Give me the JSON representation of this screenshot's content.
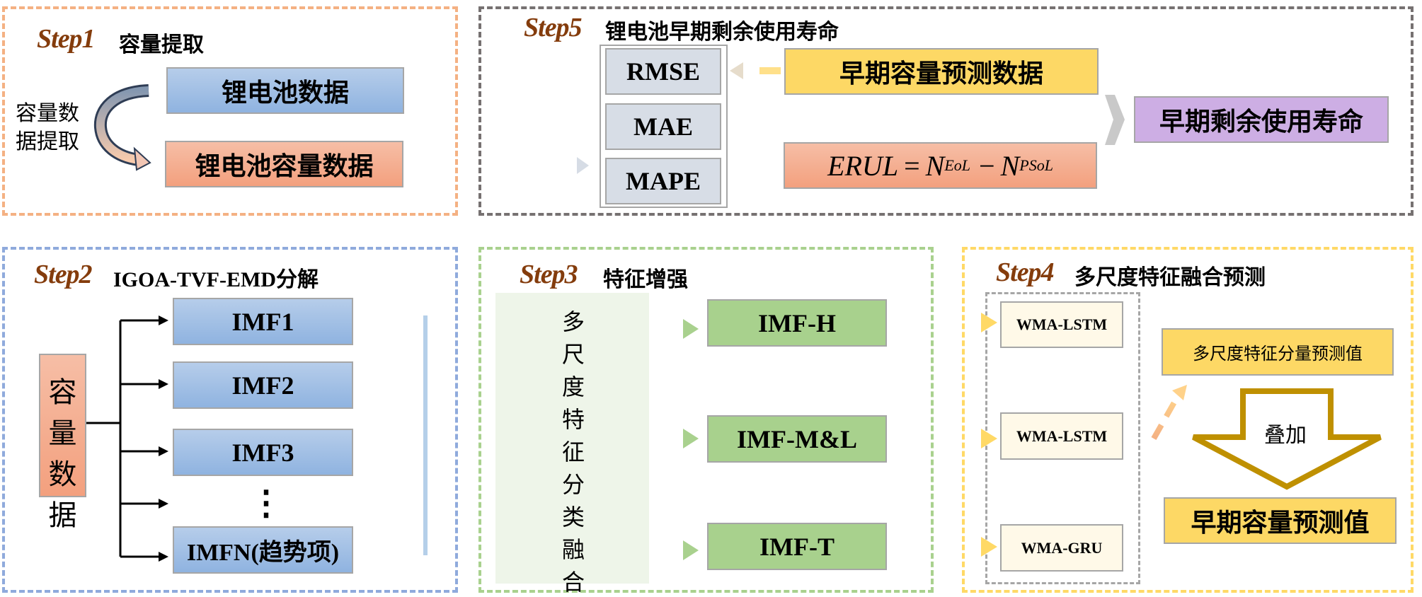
{
  "step1": {
    "label": "Step1",
    "title": "容量提取",
    "side_label": [
      "容量数",
      "据提取"
    ],
    "battery_data": "锂电池数据",
    "capacity_data": "锂电池容量数据"
  },
  "step5": {
    "label": "Step5",
    "title": "锂电池早期剩余使用寿命",
    "metrics": [
      "RMSE",
      "MAE",
      "MAPE"
    ],
    "prediction_data": "早期容量预测数据",
    "formula": {
      "lhs": "ERUL",
      "eq": "=",
      "n1": "N",
      "sub1": "EoL",
      "minus": "−",
      "n2": "N",
      "sub2": "PSoL"
    },
    "result": "早期剩余使用寿命"
  },
  "step2": {
    "label": "Step2",
    "title": "IGOA-TVF-EMD分解",
    "source": [
      "容",
      "量",
      "数",
      "据"
    ],
    "imfs": [
      "IMF1",
      "IMF2",
      "IMF3",
      "IMFN(趋势项)"
    ],
    "ellipsis": "⋮"
  },
  "step3": {
    "label": "Step3",
    "title": "特征增强",
    "fusion": [
      "多",
      "尺",
      "度",
      "特",
      "征",
      "分",
      "类",
      "融",
      "合"
    ],
    "features": [
      "IMF-H",
      "IMF-M&L",
      "IMF-T"
    ]
  },
  "step4": {
    "label": "Step4",
    "title": "多尺度特征融合预测",
    "models": [
      "WMA-LSTM",
      "WMA-LSTM",
      "WMA-GRU"
    ],
    "component_prediction": "多尺度特征分量预测值",
    "superpose": "叠加",
    "final_prediction": "早期容量预测值"
  },
  "colors": {
    "step_label": "#843c0c",
    "step1_border": "#f4b183",
    "step5_border": "#767171",
    "step2_border": "#8faadc",
    "step3_border": "#a9d18e",
    "step4_border": "#ffd966",
    "arrow_gold": "#bf9000"
  }
}
